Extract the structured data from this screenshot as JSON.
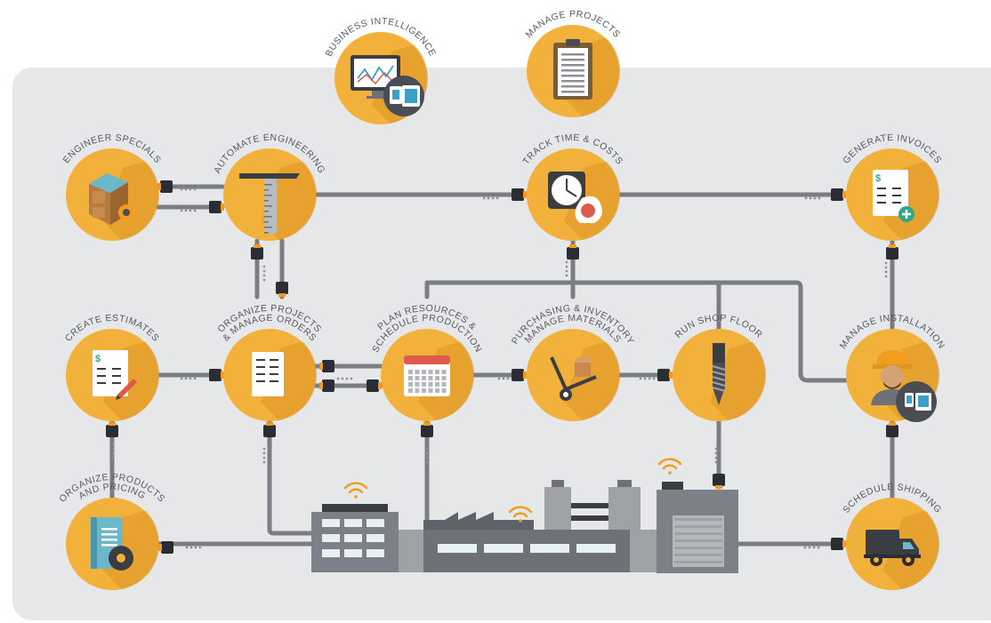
{
  "colors": {
    "background_panel": "#e6e7e8",
    "node": "#f2b13b",
    "node_shadow": "#dd9427",
    "pipe": "#7a7d82",
    "connector": "#2a2d33",
    "connector_accent": "#f29c1f",
    "wifi": "#f29c1f",
    "factory": "#7d8086"
  },
  "nodes": [
    {
      "id": "business-intelligence",
      "label": "BUSINESS INTELLIGENCE",
      "icon": "monitor-chart-icon"
    },
    {
      "id": "manage-projects",
      "label": "MANAGE PROJECTS",
      "icon": "clipboard-icon"
    },
    {
      "id": "engineer-specials",
      "label": "ENGINEER SPECIALS",
      "icon": "cabinet-gear-icon"
    },
    {
      "id": "automate-engineering",
      "label": "AUTOMATE ENGINEERING",
      "icon": "t-square-icon"
    },
    {
      "id": "track-time-costs",
      "label": "TRACK TIME & COSTS",
      "icon": "clock-money-icon"
    },
    {
      "id": "generate-invoices",
      "label": "GENERATE INVOICES",
      "icon": "invoice-plus-icon"
    },
    {
      "id": "create-estimates",
      "label": "CREATE ESTIMATES",
      "icon": "estimate-pencil-icon"
    },
    {
      "id": "organize-projects",
      "label": "ORGANIZE PROJECTS & MANAGE ORDERS",
      "icon": "document-icon"
    },
    {
      "id": "plan-resources",
      "label": "PLAN RESOURCES & SCHEDULE PRODUCTION",
      "icon": "calendar-icon"
    },
    {
      "id": "purchasing-inventory",
      "label": "PURCHASING & INVENTORY MANAGE MATERIALS",
      "icon": "hand-truck-icon"
    },
    {
      "id": "run-shop-floor",
      "label": "RUN SHOP FLOOR",
      "icon": "drill-bit-icon"
    },
    {
      "id": "manage-installation",
      "label": "MANAGE INSTALLATION",
      "icon": "installer-icon"
    },
    {
      "id": "organize-products",
      "label": "ORGANIZE PRODUCTS AND PRICING",
      "icon": "binder-gear-icon"
    },
    {
      "id": "schedule-shipping",
      "label": "SCHEDULE SHIPPING",
      "icon": "truck-icon"
    }
  ],
  "factory": {
    "icon": "factory-icon"
  }
}
